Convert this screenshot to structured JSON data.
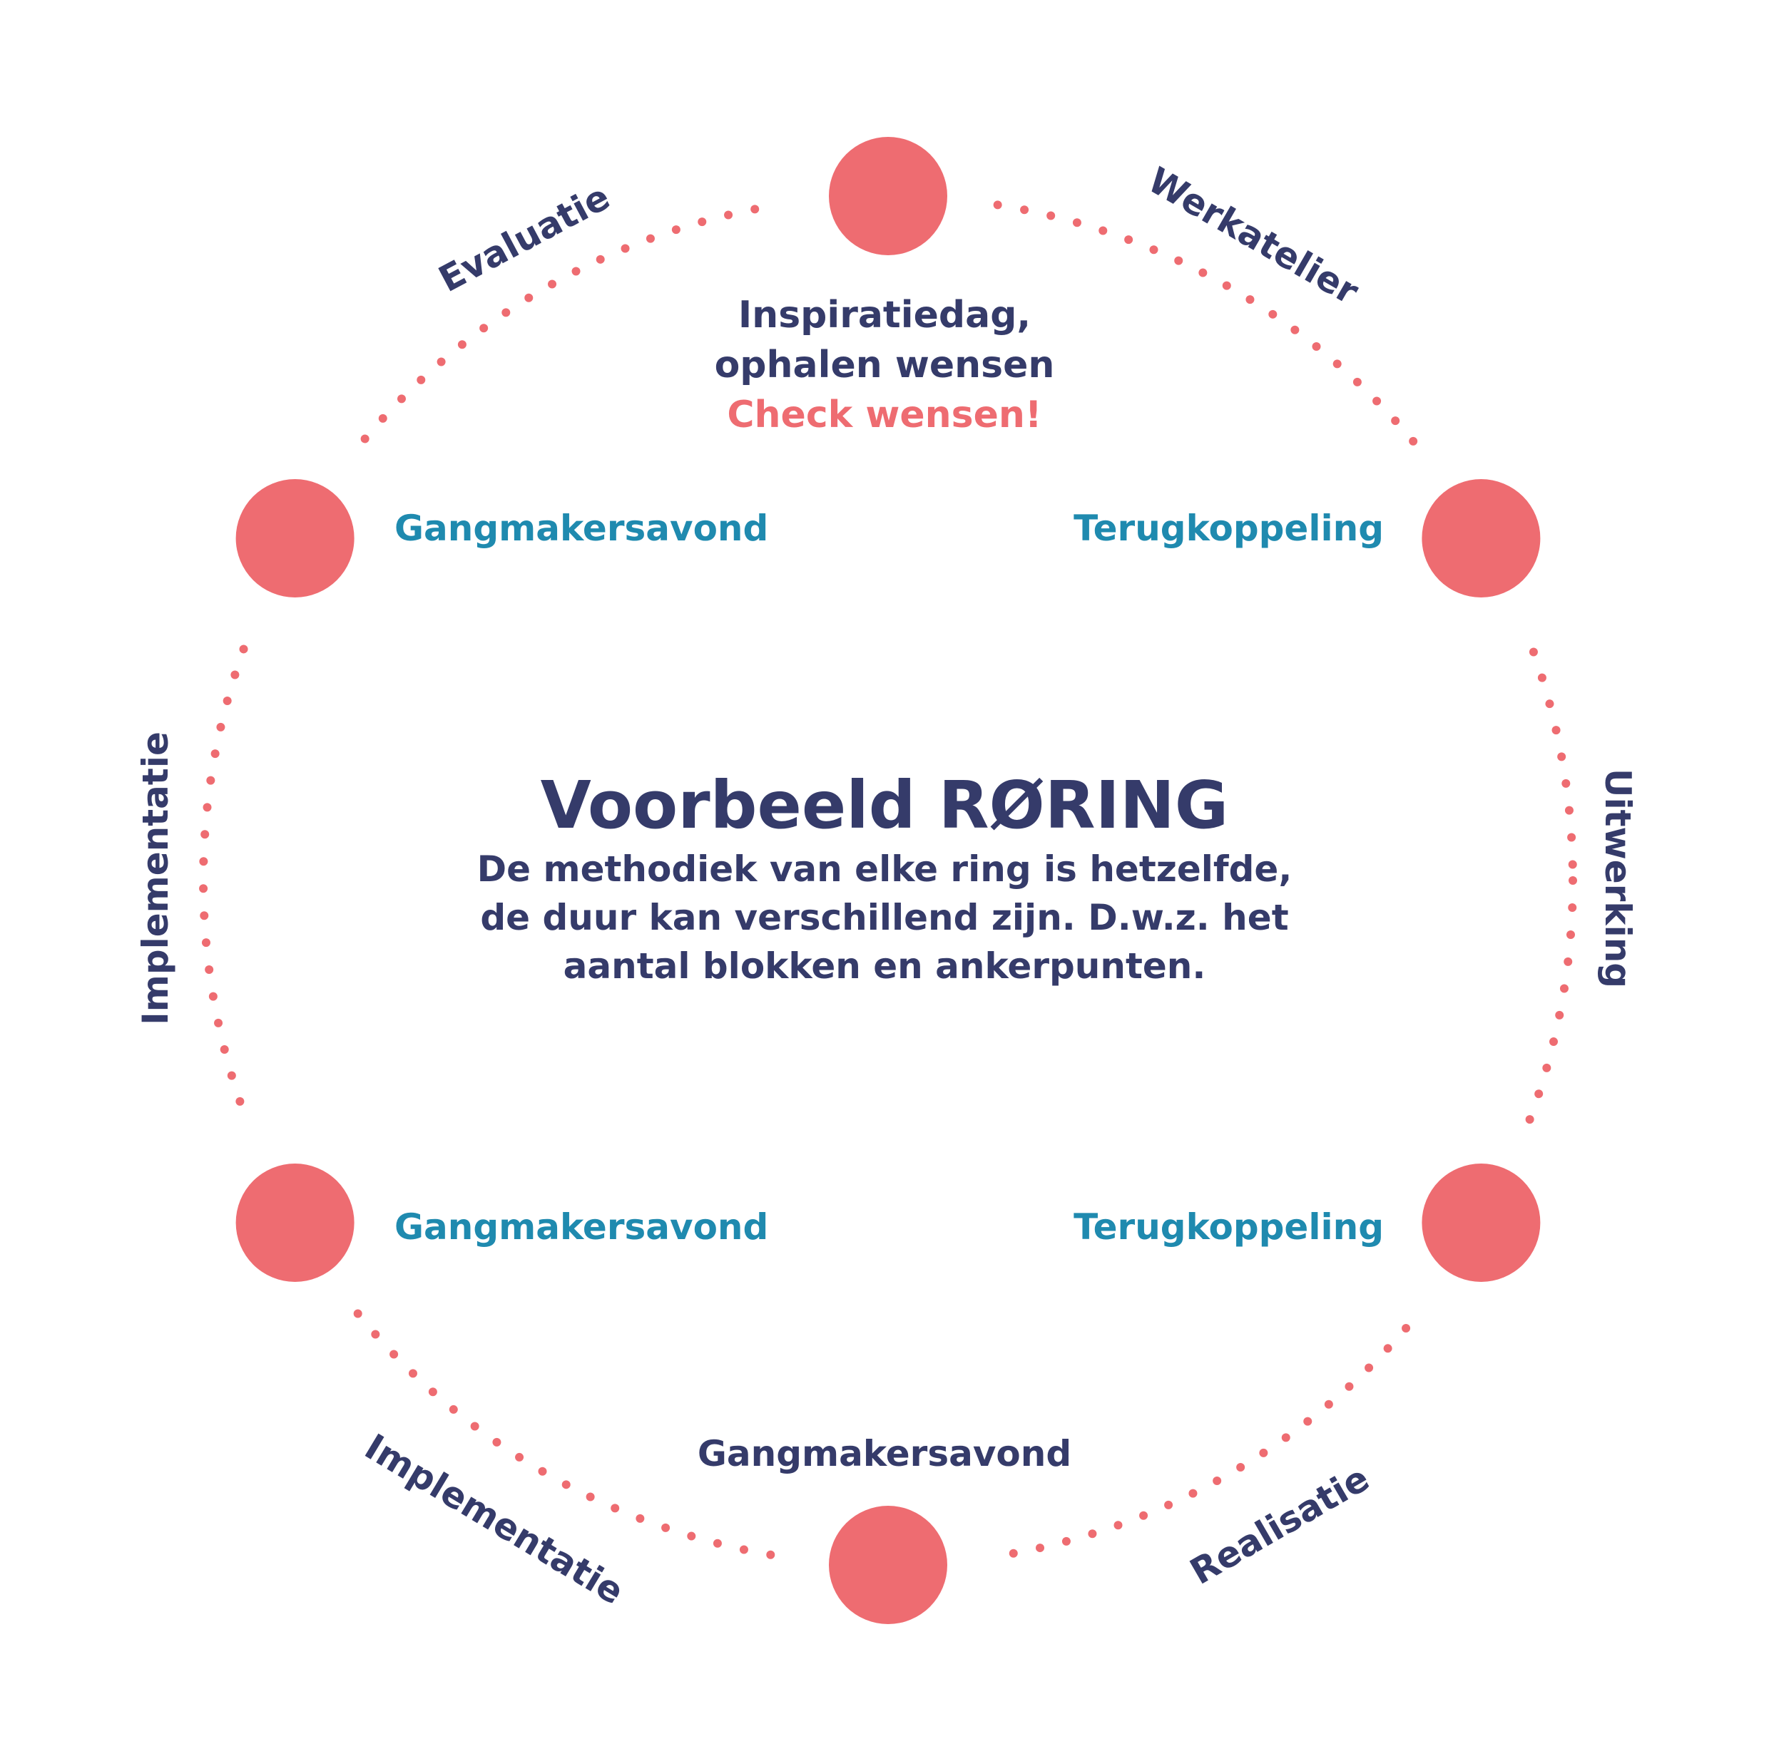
{
  "colors": {
    "navy": "#353b6a",
    "blue": "#1f8aaf",
    "coral": "#ee6c71"
  },
  "title": "Voorbeeld RØRING",
  "subtitle": [
    "De methodiek van elke ring is hetzelfde,",
    "de duur kan verschillend zijn. D.w.z. het",
    "aantal blokken en ankerpunten."
  ],
  "top_event": {
    "line1": "Inspiratiedag,",
    "line2": "ophalen wensen",
    "highlight": "Check wensen!"
  },
  "events": {
    "top_left": "Gangmakersavond",
    "top_right": "Terugkoppeling",
    "bottom_left": "Gangmakersavond",
    "bottom_right": "Terugkoppeling",
    "bottom": "Gangmakersavond"
  },
  "phases": {
    "evaluatie": "Evaluatie",
    "werkatelier": "Werkatelier",
    "uitwerking": "Uitwerking",
    "realisatie": "Realisatie",
    "implementatie_bottom": "Implementatie",
    "implementatie_left": "Implementatie"
  }
}
